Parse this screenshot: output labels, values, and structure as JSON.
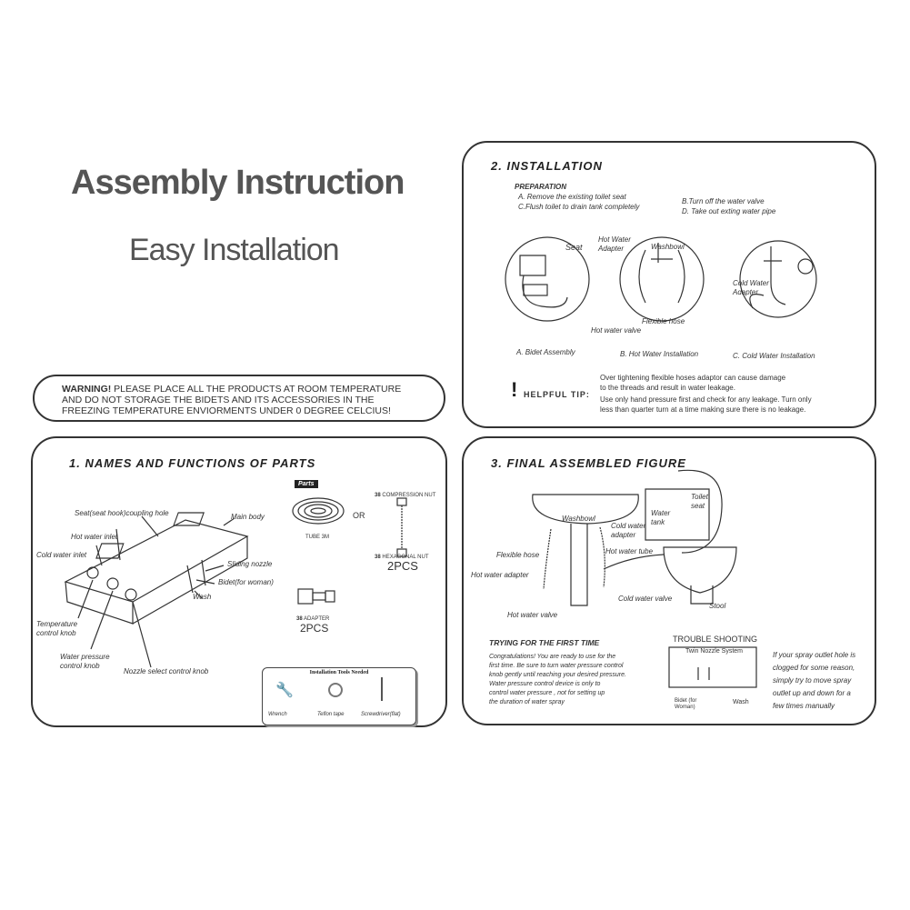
{
  "titles": {
    "main": "Assembly Instruction",
    "sub": "Easy Installation"
  },
  "warning": {
    "lead": "WARNING!",
    "line1": "PLEASE PLACE ALL THE PRODUCTS AT ROOM TEMPERATURE",
    "line2": "AND DO NOT STORAGE THE BIDETS AND ITS ACCESSORIES IN THE",
    "line3": "FREEZING TEMPERATURE ENVIORMENTS UNDER 0 DEGREE CELCIUS!"
  },
  "parts": {
    "heading": "1. NAMES AND FUNCTIONS OF PARTS",
    "labels": {
      "seat_hook": "Seat(seat hook)coupling hole",
      "main_body": "Main body",
      "hot_inlet": "Hot water inlet",
      "cold_inlet": "Cold water inlet",
      "sliding_nozzle": "Sliding nozzle",
      "bidet_woman": "Bidet(for woman)",
      "wash": "Wash",
      "temp_knob": "Temperature control knob",
      "pressure_knob": "Water pressure control knob",
      "nozzle_knob": "Nozzle select control knob"
    },
    "parts_badge": "Parts",
    "tube": "TUBE 3M",
    "or": "OR",
    "compression_nut": "COMPRESSION NUT",
    "hex_nut": "HEXAGONAL NUT",
    "qty_nut": "2PCS",
    "adapter": "ADAPTER",
    "qty_adapter": "2PCS",
    "tools_title": "Installation Tools Needed",
    "tools": [
      "Wrench",
      "Teflon tape",
      "Screwdriver(flat)"
    ]
  },
  "installation": {
    "heading": "2. INSTALLATION",
    "prep_title": "PREPARATION",
    "prep": {
      "a": "A. Remove the existing toilet seat",
      "c": "C.Flush toilet to drain tank completely",
      "b": "B.Turn off the water valve",
      "d": "D. Take out exting water pipe"
    },
    "fig_labels": {
      "seat": "Seat",
      "hot_adapter": "Hot Water Adapter",
      "washbowl": "Washbowl",
      "hot_valve": "Hot water valve",
      "flex_hose": "Flexible hose",
      "cold_adapter": "Cold Water Adapter"
    },
    "captions": [
      "A. Bidet Assembly",
      "B. Hot Water Installation",
      "C. Cold Water Installation"
    ],
    "tip_label": "HELPFUL TIP:",
    "tip1": "Over tightening flexible hoses adaptor can cause damage",
    "tip2": "to the threads and result in water leakage.",
    "tip3": "Use only hand pressure first and check for any leakage. Turn only",
    "tip4": "less than quarter turn at a time making sure there is no leakage."
  },
  "final": {
    "heading": "3. FINAL ASSEMBLED FIGURE",
    "labels": {
      "washbowl": "Washbowl",
      "water_tank": "Water tank",
      "toilet_seat": "Toilet seat",
      "cold_adapter": "Cold water adapter",
      "hot_tube": "Hot water tube",
      "flex_hose": "Flexible hose",
      "hot_adapter": "Hot water adapter",
      "cold_valve": "Cold water valve",
      "hot_valve": "Hot water valve",
      "stool": "Stool"
    },
    "trying_title": "TRYING FOR THE FIRST TIME",
    "trying": [
      "Congratulations! You are ready to use for the",
      "first time. Be sure to turn water pressure control",
      "knob gently until reaching your desired pressure.",
      "Water pressure control device is only to",
      "control water pressure , not for setting up",
      "the duration of water spray"
    ],
    "trouble_title": "TROUBLE SHOOTING",
    "twin": "Twin Nozzle System",
    "bidet": "Bidet (for Woman)",
    "wash": "Wash",
    "trouble": [
      "If your spray outlet hole is",
      "clogged for some reason,",
      "simply try to move spray",
      "outlet up and down for a",
      "few times manually"
    ]
  }
}
